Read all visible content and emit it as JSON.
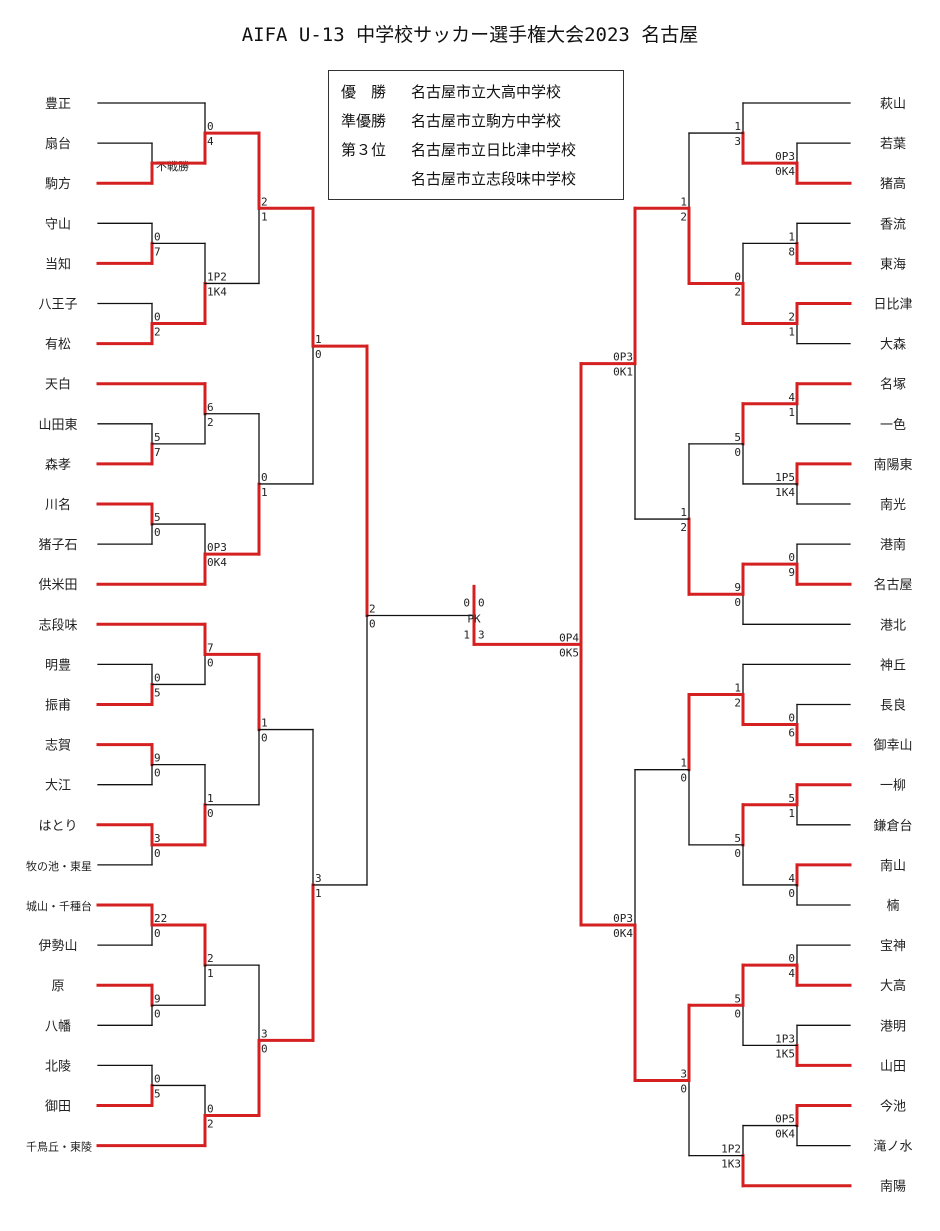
{
  "title": "AIFA U-13 中学校サッカー選手権大会2023 名古屋",
  "results": [
    {
      "label": "優　勝",
      "school": "名古屋市立大高中学校"
    },
    {
      "label": "準優勝",
      "school": "名古屋市立駒方中学校"
    },
    {
      "label": "第３位",
      "school": "名古屋市立日比津中学校"
    },
    {
      "label": "",
      "school": "名古屋市立志段味中学校"
    }
  ],
  "teams_left": [
    "豊正",
    "扇台",
    "駒方",
    "守山",
    "当知",
    "八王子",
    "有松",
    "天白",
    "山田東",
    "森孝",
    "川名",
    "猪子石",
    "供米田",
    "志段味",
    "明豊",
    "振甫",
    "志賀",
    "大江",
    "はとり",
    "牧の池・東星",
    "城山・千種台",
    "伊勢山",
    "原",
    "八幡",
    "北陵",
    "御田",
    "千鳥丘・東陵"
  ],
  "teams_right": [
    "萩山",
    "若葉",
    "猪高",
    "香流",
    "東海",
    "日比津",
    "大森",
    "名塚",
    "一色",
    "南陽東",
    "南光",
    "港南",
    "名古屋",
    "港北",
    "神丘",
    "長良",
    "御幸山",
    "一柳",
    "鎌倉台",
    "南山",
    "楠",
    "宝神",
    "大高",
    "港明",
    "山田",
    "今池",
    "滝ノ水",
    "南陽"
  ],
  "scores": {
    "l_r1": [
      {
        "top": "",
        "bottom": "不戦勝"
      },
      {
        "top": "0",
        "bottom": "7"
      },
      {
        "top": "0",
        "bottom": "2"
      },
      {
        "top": "5",
        "bottom": "7"
      },
      {
        "top": "5",
        "bottom": "0"
      },
      {
        "top": "0",
        "bottom": "5"
      },
      {
        "top": "9",
        "bottom": "0"
      },
      {
        "top": "3",
        "bottom": "0"
      },
      {
        "top": "22",
        "bottom": "0"
      },
      {
        "top": "9",
        "bottom": "0"
      },
      {
        "top": "0",
        "bottom": "5"
      }
    ],
    "l_r2": [
      {
        "top": "0",
        "bottom": "4"
      },
      {
        "top": "1P2",
        "bottom": "1K4"
      },
      {
        "top": "6",
        "bottom": "2"
      },
      {
        "top": "0P3",
        "bottom": "0K4"
      },
      {
        "top": "7",
        "bottom": "0"
      },
      {
        "top": "1",
        "bottom": "0"
      },
      {
        "top": "2",
        "bottom": "1"
      },
      {
        "top": "0",
        "bottom": "2"
      }
    ],
    "l_r3": [
      {
        "top": "2",
        "bottom": "1"
      },
      {
        "top": "0",
        "bottom": "1"
      },
      {
        "top": "1",
        "bottom": "0"
      },
      {
        "top": "3",
        "bottom": "0"
      }
    ],
    "l_r4": [
      {
        "top": "1",
        "bottom": "0"
      },
      {
        "top": "3",
        "bottom": "1"
      }
    ],
    "l_r5": {
      "top": "2",
      "bottom": "0"
    },
    "r_r1": [
      {
        "top": "0P3",
        "bottom": "0K4"
      },
      {
        "top": "1",
        "bottom": "8"
      },
      {
        "top": "2",
        "bottom": "1"
      },
      {
        "top": "4",
        "bottom": "1"
      },
      {
        "top": "1P5",
        "bottom": "1K4"
      },
      {
        "top": "0",
        "bottom": "9"
      },
      {
        "top": "0",
        "bottom": "6"
      },
      {
        "top": "5",
        "bottom": "1"
      },
      {
        "top": "4",
        "bottom": "0"
      },
      {
        "top": "0",
        "bottom": "4"
      },
      {
        "top": "1P3",
        "bottom": "1K5"
      },
      {
        "top": "0P5",
        "bottom": "0K4"
      }
    ],
    "r_r2": [
      {
        "top": "1",
        "bottom": "3"
      },
      {
        "top": "0",
        "bottom": "2"
      },
      {
        "top": "5",
        "bottom": "0"
      },
      {
        "top": "9",
        "bottom": "0"
      },
      {
        "top": "1",
        "bottom": "2"
      },
      {
        "top": "5",
        "bottom": "0"
      },
      {
        "top": "5",
        "bottom": "0"
      },
      {
        "top": "1P2",
        "bottom": "1K3"
      }
    ],
    "r_r3": [
      {
        "top": "1",
        "bottom": "2"
      },
      {
        "top": "1",
        "bottom": "2"
      },
      {
        "top": "1",
        "bottom": "0"
      },
      {
        "top": "3",
        "bottom": "0"
      }
    ],
    "r_r4": [
      {
        "top": "0P3",
        "bottom": "0K1"
      },
      {
        "top": "0P3",
        "bottom": "0K4"
      }
    ],
    "r_r5": {
      "top": "0P4",
      "bottom": "0K5"
    },
    "final": {
      "pk_label": "PK",
      "left_score": "0",
      "right_score": "0",
      "left_pk": "1",
      "right_pk": "3"
    }
  },
  "colors": {
    "win": "#d42020",
    "line": "#111111"
  }
}
